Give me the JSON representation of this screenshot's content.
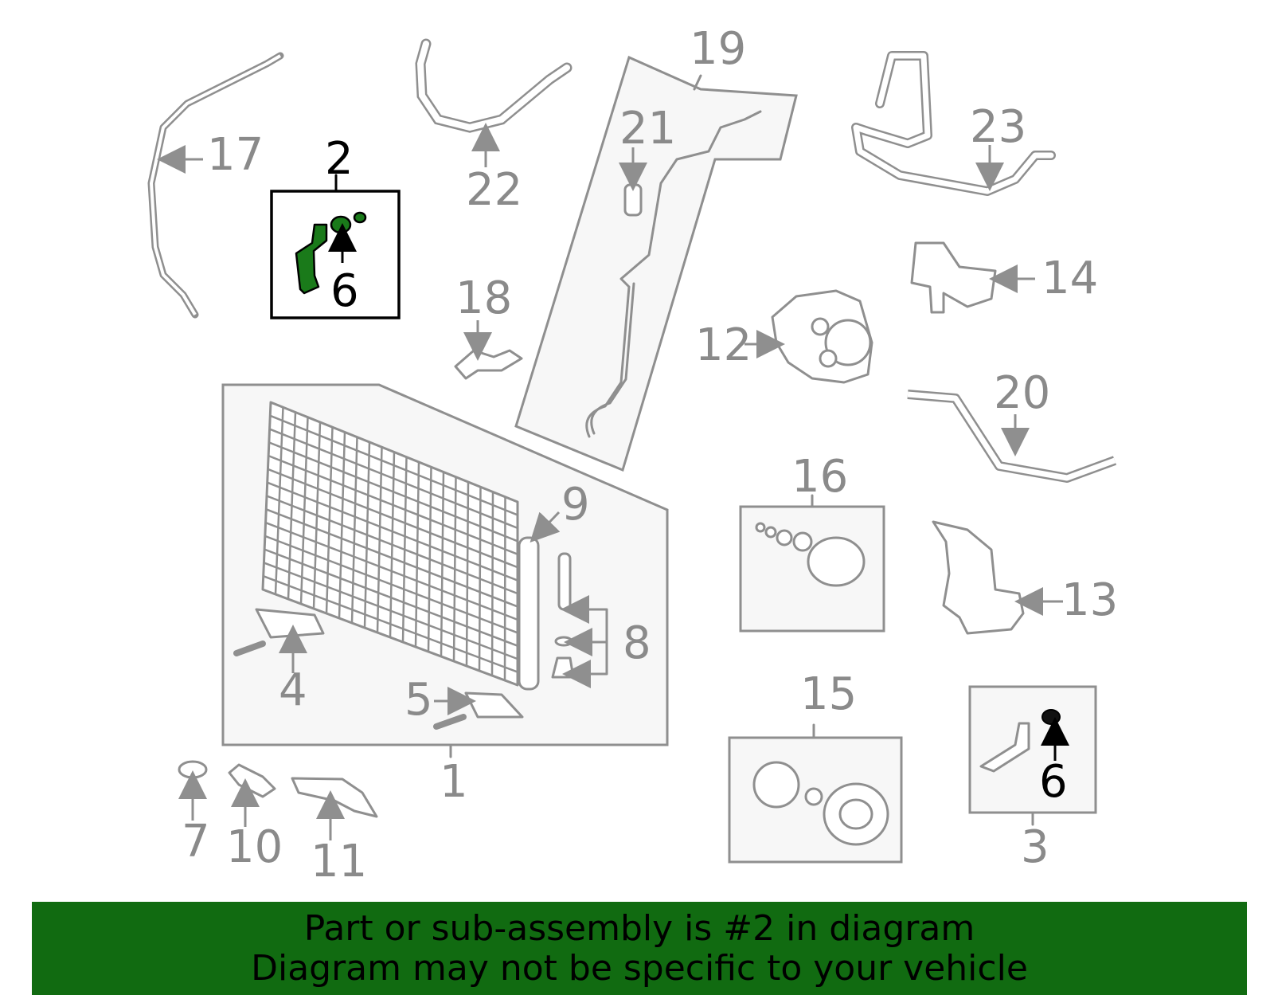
{
  "callouts": {
    "c1": "1",
    "c2": "2",
    "c3": "3",
    "c4": "4",
    "c5": "5",
    "c6a": "6",
    "c6b": "6",
    "c7": "7",
    "c8": "8",
    "c9": "9",
    "c10": "10",
    "c11": "11",
    "c12": "12",
    "c13": "13",
    "c14": "14",
    "c15": "15",
    "c16": "16",
    "c17": "17",
    "c18": "18",
    "c19": "19",
    "c20": "20",
    "c21": "21",
    "c22": "22",
    "c23": "23"
  },
  "colors": {
    "highlight_part": "#1a7a1a",
    "banner_bg": "#116b11",
    "line_gray": "#8f8f8f"
  },
  "banner": {
    "line1": "Part or sub-assembly is #2 in diagram",
    "line2": "Diagram may not be specific to your vehicle"
  }
}
